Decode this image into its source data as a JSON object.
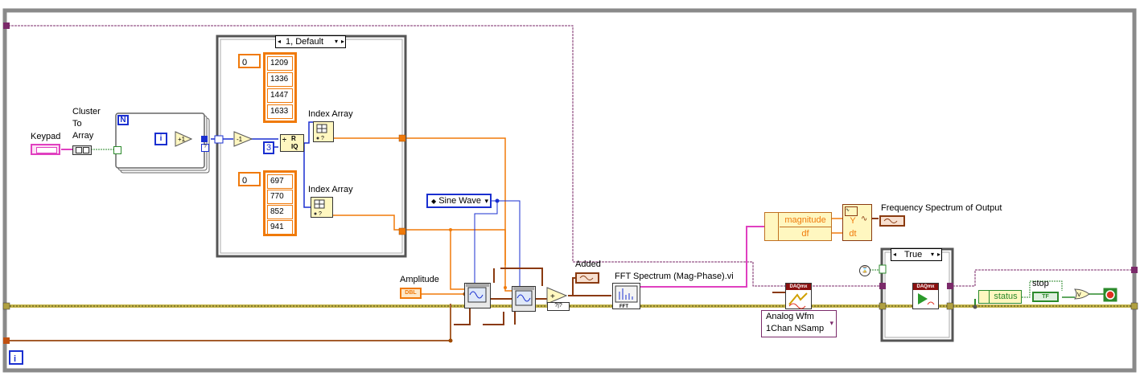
{
  "case_structure": {
    "selector_value": "1, Default"
  },
  "row_frequencies": [
    "1209",
    "1336",
    "1447",
    "1633"
  ],
  "column_frequencies": [
    "697",
    "770",
    "852",
    "941"
  ],
  "index_constant_top": "0",
  "index_constant_bottom": "0",
  "labels": {
    "keypad": "Keypad",
    "cluster_to_array": [
      "Cluster",
      "To",
      "Array"
    ],
    "index_array_top": "Index Array",
    "index_array_bottom": "Index Array",
    "amplitude": "Amplitude",
    "added": "Added",
    "fft": "FFT Spectrum (Mag-Phase).vi",
    "freq_spectrum": "Frequency Spectrum of Output",
    "stop": "stop",
    "status": "status"
  },
  "for_loop": {
    "count_terminal": "N",
    "iteration_terminal": "i"
  },
  "constants": {
    "divisor": "3",
    "decrement": "-1"
  },
  "sine_wave": {
    "value": "Sine Wave"
  },
  "unbundle": {
    "magnitude": "magnitude",
    "df": "df"
  },
  "build_waveform": {
    "y": "Y",
    "dt": "dt"
  },
  "daqmx_write": {
    "polymorphic": [
      "Analog Wfm",
      "1Chan NSamp"
    ]
  },
  "inner_case": {
    "selector_value": "True"
  },
  "while_loop": {
    "iteration_terminal": "i"
  },
  "terminal_types": {
    "amplitude": "DBL",
    "stop": "TF"
  },
  "colors": {
    "wire_cluster": "#7b2a6a",
    "wire_pink": "#e040c0",
    "wire_orange": "#f07a0a",
    "wire_blue": "#1a2fd0",
    "wire_green": "#2b8a2b",
    "wire_error": "#d8cc50",
    "wire_waveform": "#8a3a10",
    "structure_border": "#808080",
    "case_border": "#707070"
  }
}
